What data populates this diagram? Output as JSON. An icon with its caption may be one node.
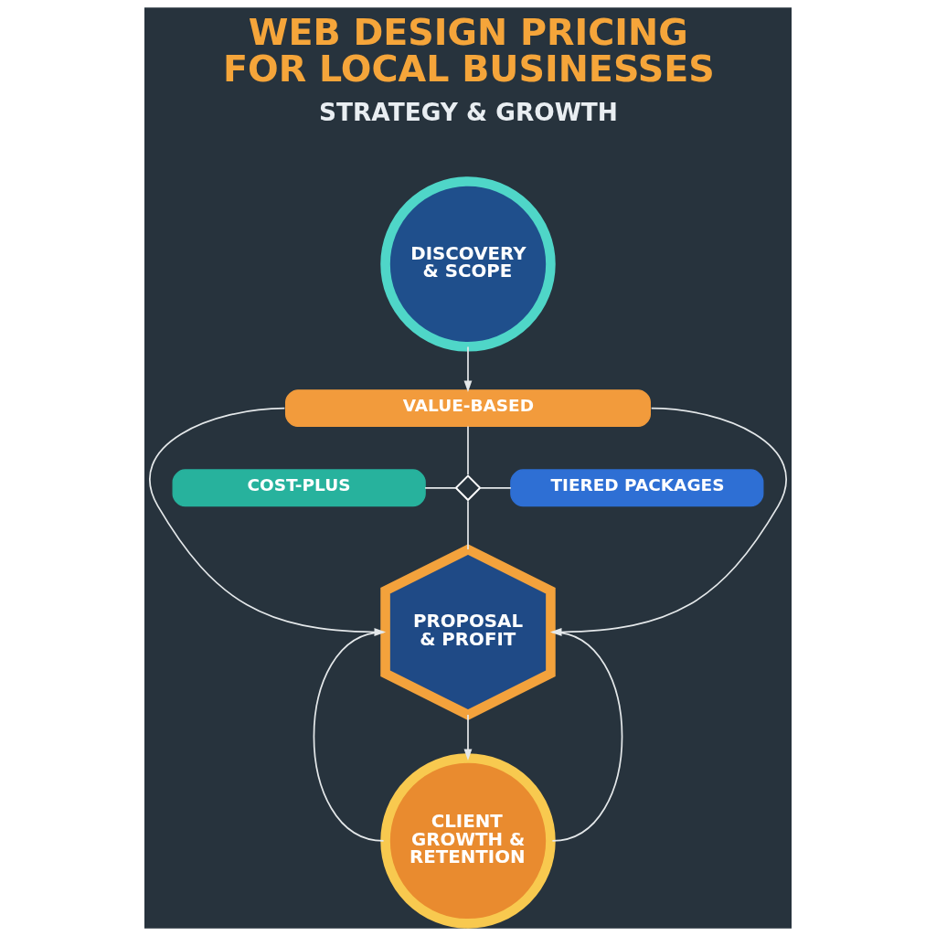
{
  "diagram": {
    "title": "WEB DESIGN PRICING FOR LOCAL BUSINESSES",
    "nodes": [
      {
        "text": [
          "DISCOVERY & SCOPE"
        ]
      },
      {
        "text": [
          "VALUE-BASED"
        ]
      },
      {
        "text": [
          "COST-PLUS"
        ]
      },
      {
        "text": [],
        "shape": "diamond"
      },
      {
        "text": [
          "TIERED PACKAGES"
        ]
      },
      {
        "text": [
          "PROPOSAL & PROFIT"
        ]
      },
      {
        "text": [
          "CLIENT GROWTH & RETENTION"
        ]
      }
    ],
    "edges": [
      {
        "from": 0,
        "to": 1,
        "arrow": "to"
      },
      {
        "from": 1,
        "to": 3,
        "arrow": "none"
      },
      {
        "from": 2,
        "to": 3,
        "arrow": "none"
      },
      {
        "from": 3,
        "to": 4,
        "arrow": "none"
      },
      {
        "from": 3,
        "to": 5,
        "arrow": "none"
      },
      {
        "from": 1,
        "to": 5,
        "arrow": "to"
      },
      {
        "from": 1,
        "to": 5,
        "arrow": "to"
      },
      {
        "from": 5,
        "to": 6,
        "arrow": "to"
      },
      {
        "from": 5,
        "to": 6,
        "arrow": "none"
      },
      {
        "from": 5,
        "to": 6,
        "arrow": "none"
      }
    ],
    "labels": [
      "STRATEGY & GROWTH"
    ]
  }
}
